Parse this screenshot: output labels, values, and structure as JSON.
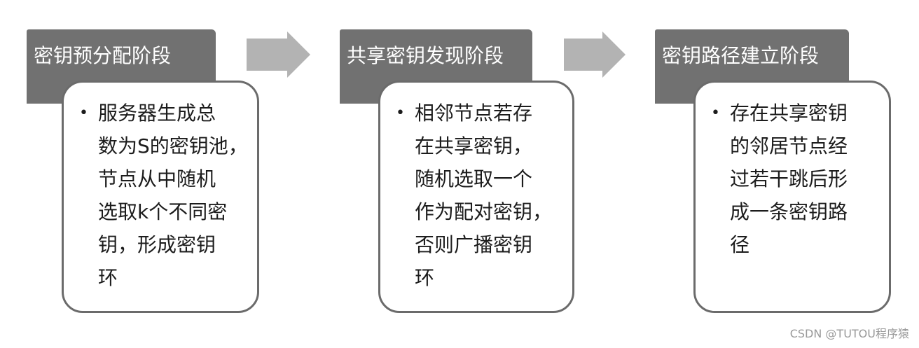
{
  "stages": [
    {
      "title": "密钥预分配阶段",
      "lines": [
        "服务器生成总",
        "数为S的密钥池，",
        "节点从中随机",
        "选取k个不同密",
        "钥，形成密钥",
        "环"
      ]
    },
    {
      "title": "共享密钥发现阶段",
      "lines": [
        "相邻节点若存",
        "在共享密钥，",
        "随机选取一个",
        "作为配对密钥，",
        "否则广播密钥",
        "环"
      ]
    },
    {
      "title": "密钥路径建立阶段",
      "lines": [
        "存在共享密钥",
        "的邻居节点经",
        "过若干跳后形",
        "成一条密钥路",
        "径"
      ]
    }
  ],
  "bullet": "•",
  "watermark": "CSDN @TUTOU程序猿",
  "colors": {
    "header_fill": "#717171",
    "header_text": "#ffffff",
    "card_border": "#6b6b6b",
    "arrow_fill": "#b3b3b3",
    "body_text": "#1c1c1c",
    "watermark_text": "#9a9a9a"
  }
}
